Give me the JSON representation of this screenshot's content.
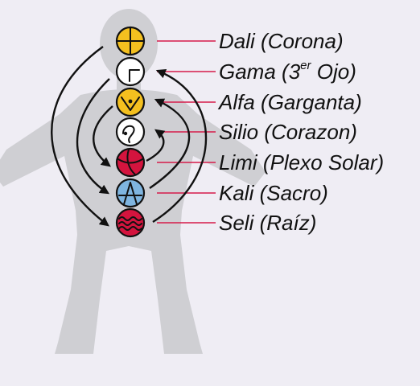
{
  "colors": {
    "background": "#efedf4",
    "silhouette": "#cfcfd3",
    "leader": "#d61b4a",
    "yellow": "#f4c01f",
    "white": "#ffffff",
    "red": "#d4143e",
    "blue": "#7fb5e0",
    "arrow": "#111111"
  },
  "chakras": [
    {
      "name": "Dali",
      "paren": "(Corona)",
      "fill": "yellow",
      "icon": "crossed-circle-icon"
    },
    {
      "name": "Gama",
      "paren_pre": "(3",
      "sup": "er",
      "paren_post": " Ojo)",
      "fill": "white",
      "icon": "corner-square-icon"
    },
    {
      "name": "Alfa",
      "paren": "(Garganta)",
      "fill": "yellow",
      "icon": "v-shield-icon"
    },
    {
      "name": "Silio",
      "paren": "(Corazon)",
      "fill": "white",
      "icon": "curved-s-icon"
    },
    {
      "name": "Limi",
      "paren": "(Plexo Solar)",
      "fill": "red",
      "icon": "ball-seams-icon"
    },
    {
      "name": "Kali",
      "paren": "(Sacro)",
      "fill": "blue",
      "icon": "a-shape-icon"
    },
    {
      "name": "Seli",
      "paren": "(Raíz)",
      "fill": "red",
      "icon": "waves-icon"
    }
  ]
}
